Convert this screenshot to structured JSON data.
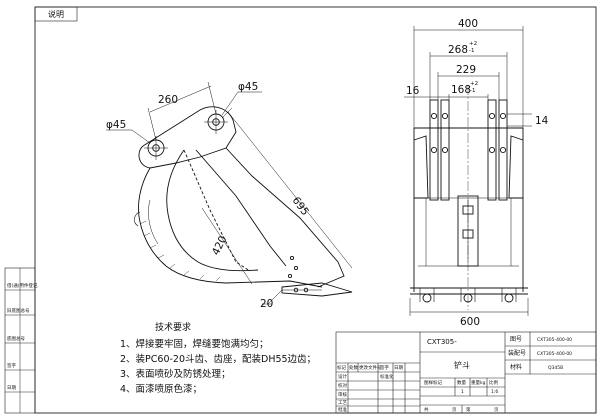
{
  "header_text": "说明",
  "side_view": {
    "dim_260": "260",
    "dim_phi45_a": "φ45",
    "dim_phi45_b": "φ45",
    "dim_695": "695",
    "dim_420": "420",
    "dim_20": "20"
  },
  "front_view": {
    "dim_400": "400",
    "dim_268": "268",
    "tol_268_upper": "+2",
    "tol_268_lower": "-1",
    "dim_229": "229",
    "dim_168": "168",
    "tol_168_upper": "+2",
    "tol_168_lower": "-1",
    "dim_16": "16",
    "dim_14": "14",
    "dim_600": "600"
  },
  "requirements": {
    "title": "技术要求",
    "items": [
      "1、焊接要牢固，焊缝要饱满均匀；",
      "2、装PC60-20斗齿、齿座，配装DH55边齿；",
      "3、表面喷砂及防锈处理；",
      "4、面漆喷原色漆；"
    ]
  },
  "title_block": {
    "model": "CXT305-",
    "part_name": "铲斗",
    "row_labels": [
      "图号",
      "装配号",
      "材料"
    ],
    "row_values": [
      "CXT305-400-00",
      "CXT305-400-00",
      "Q345B"
    ],
    "change_cells": [
      "标记",
      "处数",
      "更改文件号",
      "签字",
      "日期"
    ],
    "sign_labels": [
      "设计",
      "校对",
      "审核",
      "工艺",
      "批准"
    ],
    "std_label": "标准化",
    "stage_cells": [
      "图样标记",
      "数量",
      "重量kg",
      "比例"
    ],
    "count_value": "1",
    "scale_value": "1:6",
    "sheet_cells": [
      "共",
      "页",
      "第",
      "页"
    ]
  },
  "left_strip": {
    "labels": [
      "借(通)用件登记",
      "旧底图总号",
      "底图总号",
      "签字",
      "日期"
    ]
  }
}
